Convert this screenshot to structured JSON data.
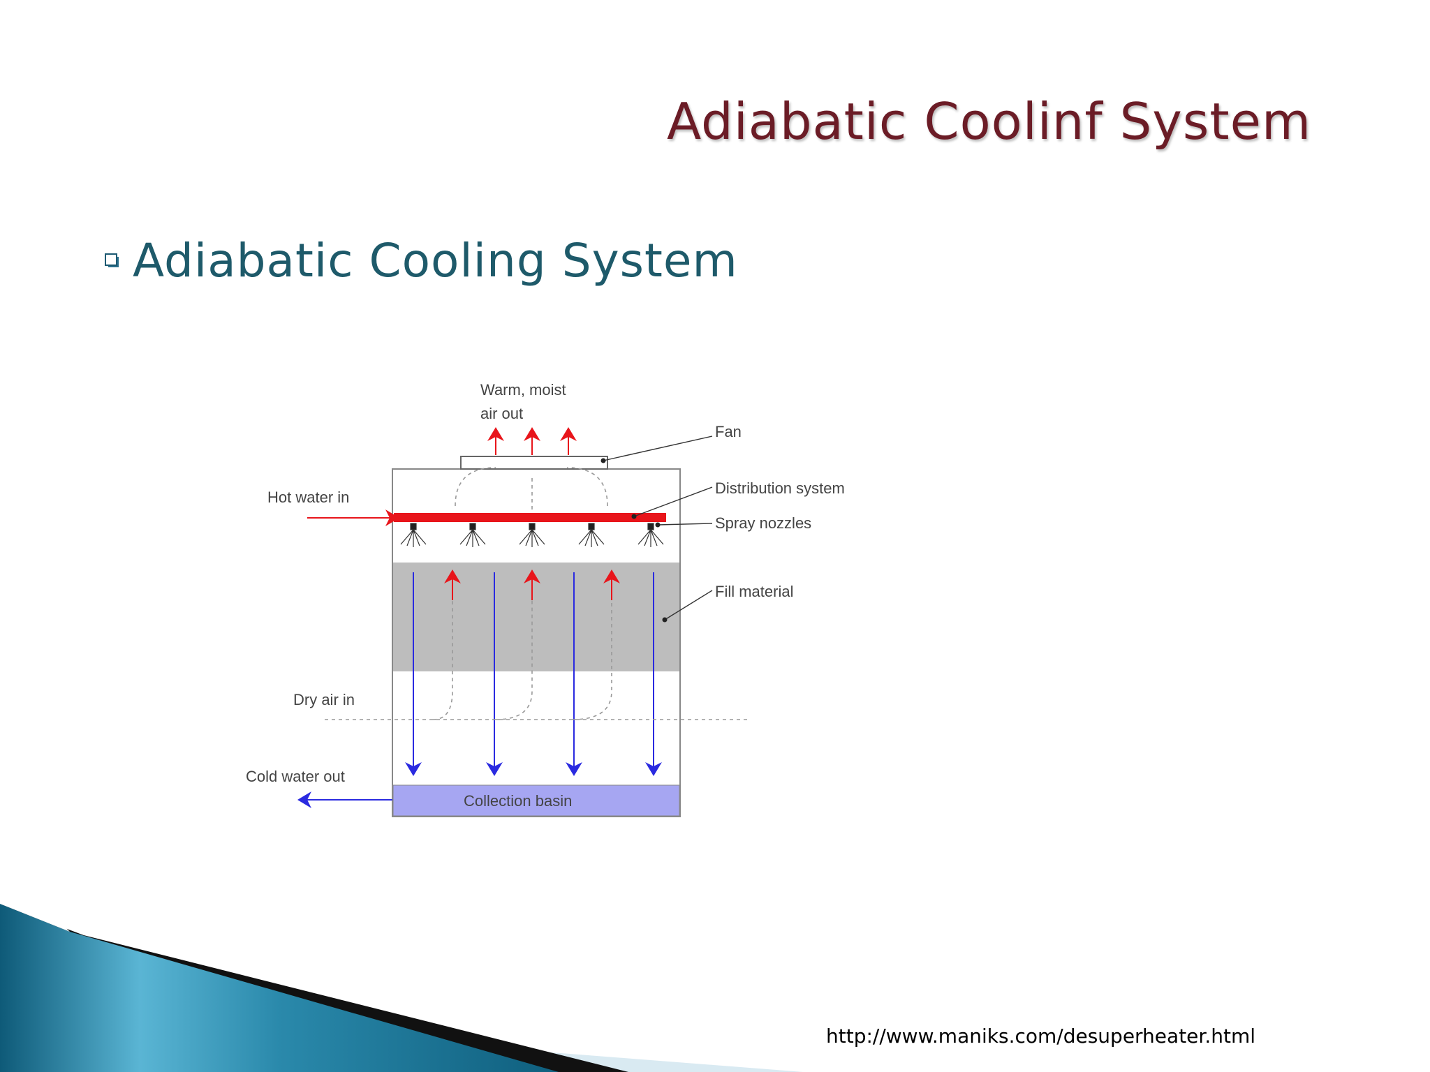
{
  "slide": {
    "title": "Adiabatic Coolinf System",
    "bullet": "Adiabatic Cooling System",
    "source_url": "http://www.maniks.com/desuperheater.html"
  },
  "diagram": {
    "labels": {
      "warm_air_line1": "Warm, moist",
      "warm_air_line2": "air out",
      "fan": "Fan",
      "distribution": "Distribution system",
      "hot_water": "Hot water in",
      "spray": "Spray nozzles",
      "fill": "Fill material",
      "dry_air": "Dry air in",
      "cold_water": "Cold water out",
      "basin": "Collection basin"
    },
    "colors": {
      "hot": "#e8151b",
      "cold": "#2a2ae0",
      "fill": "#bdbdbd",
      "basin": "#a6a6f2",
      "title": "#6b1c26",
      "bullet": "#1e5a6a"
    }
  }
}
